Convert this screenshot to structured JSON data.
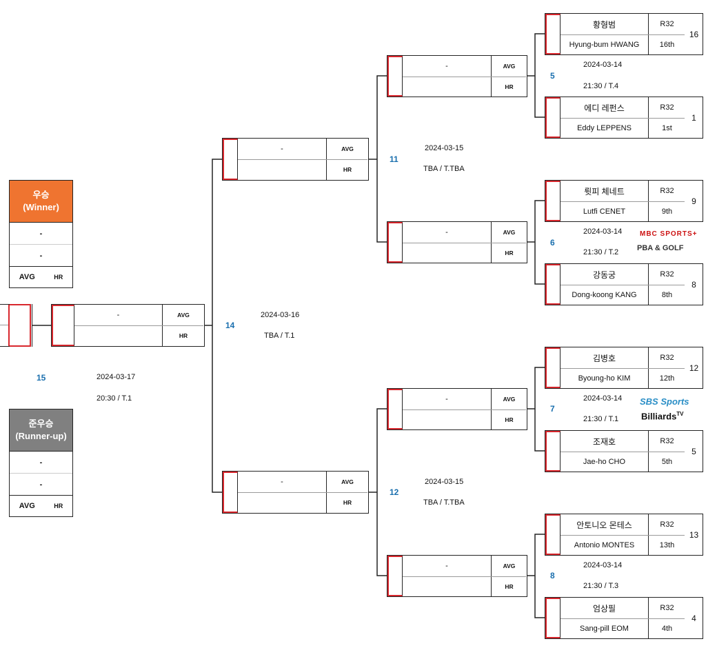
{
  "winner": {
    "title": "우승\n(Winner)",
    "name1": "-",
    "name2": "-",
    "avg": "AVG",
    "hr": "HR",
    "color": "#ef7430"
  },
  "runnerup": {
    "title": "준우승\n(Runner-up)",
    "name1": "-",
    "name2": "-",
    "avg": "AVG",
    "hr": "HR",
    "color": "#808080"
  },
  "r32": [
    {
      "kr": "황형범",
      "en": "Hyung-bum HWANG",
      "round": "R32",
      "rank": "16th",
      "seed": "16"
    },
    {
      "kr": "에디 레펀스",
      "en": "Eddy LEPPENS",
      "round": "R32",
      "rank": "1st",
      "seed": "1"
    },
    {
      "kr": "륏피 체네트",
      "en": "Lutfi CENET",
      "round": "R32",
      "rank": "9th",
      "seed": "9"
    },
    {
      "kr": "강동궁",
      "en": "Dong-koong KANG",
      "round": "R32",
      "rank": "8th",
      "seed": "8"
    },
    {
      "kr": "김병호",
      "en": "Byoung-ho KIM",
      "round": "R32",
      "rank": "12th",
      "seed": "12"
    },
    {
      "kr": "조재호",
      "en": "Jae-ho CHO",
      "round": "R32",
      "rank": "5th",
      "seed": "5"
    },
    {
      "kr": "안토니오 몬테스",
      "en": "Antonio MONTES",
      "round": "R32",
      "rank": "13th",
      "seed": "13"
    },
    {
      "kr": "엄상필",
      "en": "Sang-pill EOM",
      "round": "R32",
      "rank": "4th",
      "seed": "4"
    }
  ],
  "matches": [
    {
      "num": "5",
      "date": "2024-03-14",
      "time": "21:30 /  T.4"
    },
    {
      "num": "6",
      "date": "2024-03-14",
      "time": "21:30 /  T.2"
    },
    {
      "num": "7",
      "date": "2024-03-14",
      "time": "21:30 /  T.1"
    },
    {
      "num": "8",
      "date": "2024-03-14",
      "time": "21:30 /  T.3"
    },
    {
      "num": "11",
      "date": "2024-03-15",
      "time": "TBA /  T.TBA"
    },
    {
      "num": "12",
      "date": "2024-03-15",
      "time": "TBA /  T.TBA"
    },
    {
      "num": "14",
      "date": "2024-03-16",
      "time": "TBA /  T.1"
    },
    {
      "num": "15",
      "date": "2024-03-17",
      "time": "20:30 /  T.1"
    }
  ],
  "slot": {
    "name": "-",
    "avg": "AVG",
    "hr": "HR"
  },
  "logos": {
    "mbc": "MBC SPORTS+",
    "pba": "PBA & GOLF",
    "sbs": "SBS Sports",
    "billiards": "Billiards",
    "billiards_tv": "TV"
  }
}
